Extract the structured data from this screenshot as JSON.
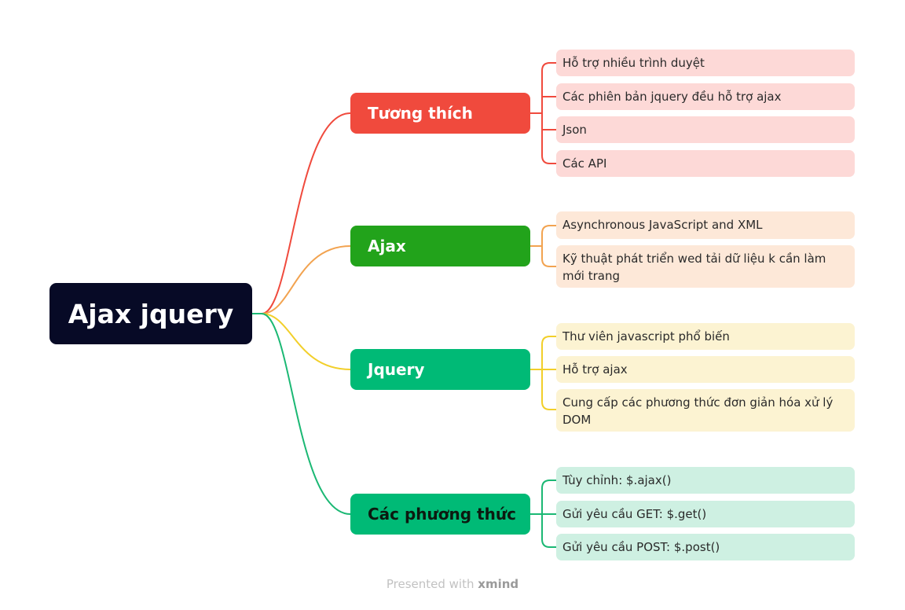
{
  "root": {
    "label": "Ajax jquery"
  },
  "branches": [
    {
      "label": "Tương thích",
      "color": "#f04a3d",
      "leaf_bg": "#fdd9d7",
      "leaves": [
        "Hỗ trợ nhiều trình duyệt",
        "Các phiên bản jquery đều hỗ trợ ajax",
        "Json",
        "Các API"
      ]
    },
    {
      "label": "Ajax",
      "color": "#22a31b",
      "line_color": "#f2a350",
      "leaf_bg": "#fde8d8",
      "leaves": [
        "Asynchronous JavaScript and XML",
        "Kỹ thuật phát triển wed tải dữ liệu k cần làm mới trang"
      ]
    },
    {
      "label": "Jquery",
      "color": "#00ba76",
      "line_color": "#f2cf2a",
      "leaf_bg": "#fcf3d2",
      "leaves": [
        "Thư viên javascript phổ biến",
        "Hỗ trợ ajax",
        "Cung cấp các phương thức đơn giản hóa xử lý DOM"
      ]
    },
    {
      "label": "Các phương thức",
      "color": "#00ba76",
      "label_color": "#0c1a10",
      "line_color": "#1bb874",
      "leaf_bg": "#cef0e2",
      "leaves": [
        "Tùy chỉnh: $.ajax()",
        "Gửi yêu cầu GET: $.get()",
        "Gửi yêu cầu POST: $.post()"
      ]
    }
  ],
  "footer": {
    "prefix": "Presented with",
    "brand": "xmind"
  }
}
